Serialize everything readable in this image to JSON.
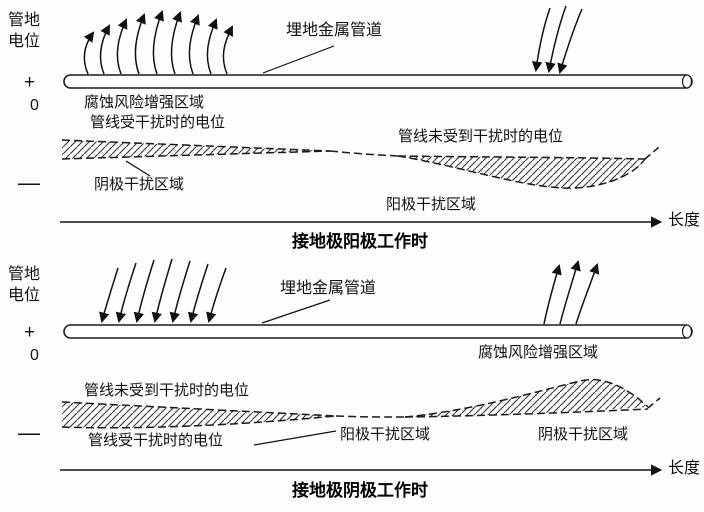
{
  "colors": {
    "ink": "#1a1a1a",
    "background": "#fdfdfd"
  },
  "top_panel": {
    "y_axis_line1": "管地",
    "y_axis_line2": "电位",
    "plus": "+",
    "zero": "0",
    "minus": "—",
    "pipe_label": "埋地金属管道",
    "corrosion_zone_label": "腐蚀风险增强区域",
    "disturbed_label": "管线受干扰时的电位",
    "undisturbed_label": "管线未受到干扰时的电位",
    "cathodic_zone_label": "阴极干扰区域",
    "anodic_zone_label": "阳极干扰区域",
    "x_axis_label": "长度",
    "caption": "接地极阳极工作时"
  },
  "bottom_panel": {
    "y_axis_line1": "管地",
    "y_axis_line2": "电位",
    "plus": "+",
    "zero": "0",
    "minus": "—",
    "pipe_label": "埋地金属管道",
    "corrosion_zone_label": "腐蚀风险增强区域",
    "undisturbed_label": "管线未受到干扰时的电位",
    "disturbed_label": "管线受干扰时的电位",
    "anodic_zone_label": "阳极干扰区域",
    "cathodic_zone_label": "阴极干扰区域",
    "x_axis_label": "长度",
    "caption": "接地极阴极工作时"
  }
}
